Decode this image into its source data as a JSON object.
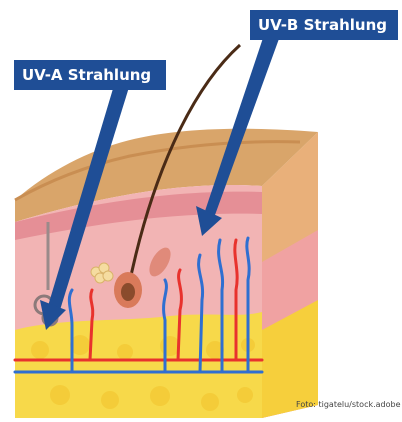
{
  "labels": {
    "uvb": "UV-B Strahlung",
    "uva": "UV-A Strahlung"
  },
  "credit": "Foto: tigatelu/stock.adobe",
  "colors": {
    "label_bg": "#1f4e96",
    "epidermis": "#d9a56a",
    "dermis": "#f2b4b4",
    "fat": "#f7d94a",
    "artery": "#e8322d",
    "vein": "#2f6fd1"
  }
}
